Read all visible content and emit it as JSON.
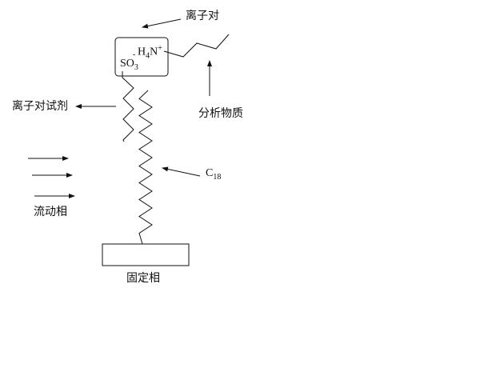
{
  "labels": {
    "ion_pair": "离子对",
    "ion_pair_reagent": "离子对试剂",
    "analyte": "分析物质",
    "mobile_phase": "流动相",
    "stationary_phase": "固定相",
    "c18_base": "C",
    "c18_sub": "18"
  },
  "chem": {
    "amine_h": "H",
    "amine_h_sub": "4",
    "amine_n": "N",
    "amine_charge": "+",
    "sulfonate_charge": "-",
    "sulfonate_s": "SO",
    "sulfonate_sub": "3"
  },
  "colors": {
    "line": "#111111",
    "background": "#ffffff"
  }
}
